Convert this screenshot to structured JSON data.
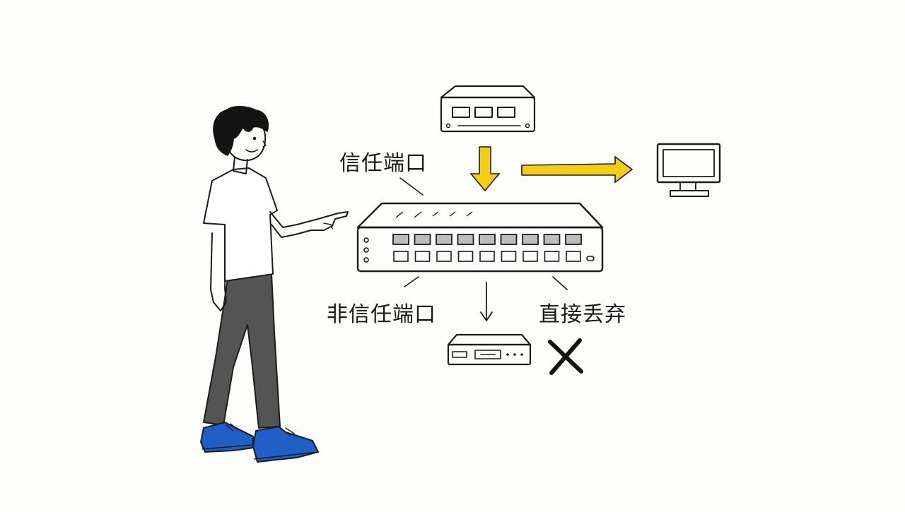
{
  "labels": {
    "trusted_port": "信任端口",
    "untrusted_port": "非信任端口",
    "drop_directly": "直接丢弃"
  },
  "colors": {
    "arrow": "#f5cc16",
    "pants": "#545454",
    "shoes": "#1f5fc6",
    "ink": "#1c1c1c"
  },
  "icons": {
    "upstream_device": "small-switch-icon",
    "main_switch": "network-switch-icon",
    "monitor": "monitor-icon",
    "downstream_device": "rogue-device-icon",
    "drop_mark": "x-mark-icon",
    "person": "person-figure"
  }
}
